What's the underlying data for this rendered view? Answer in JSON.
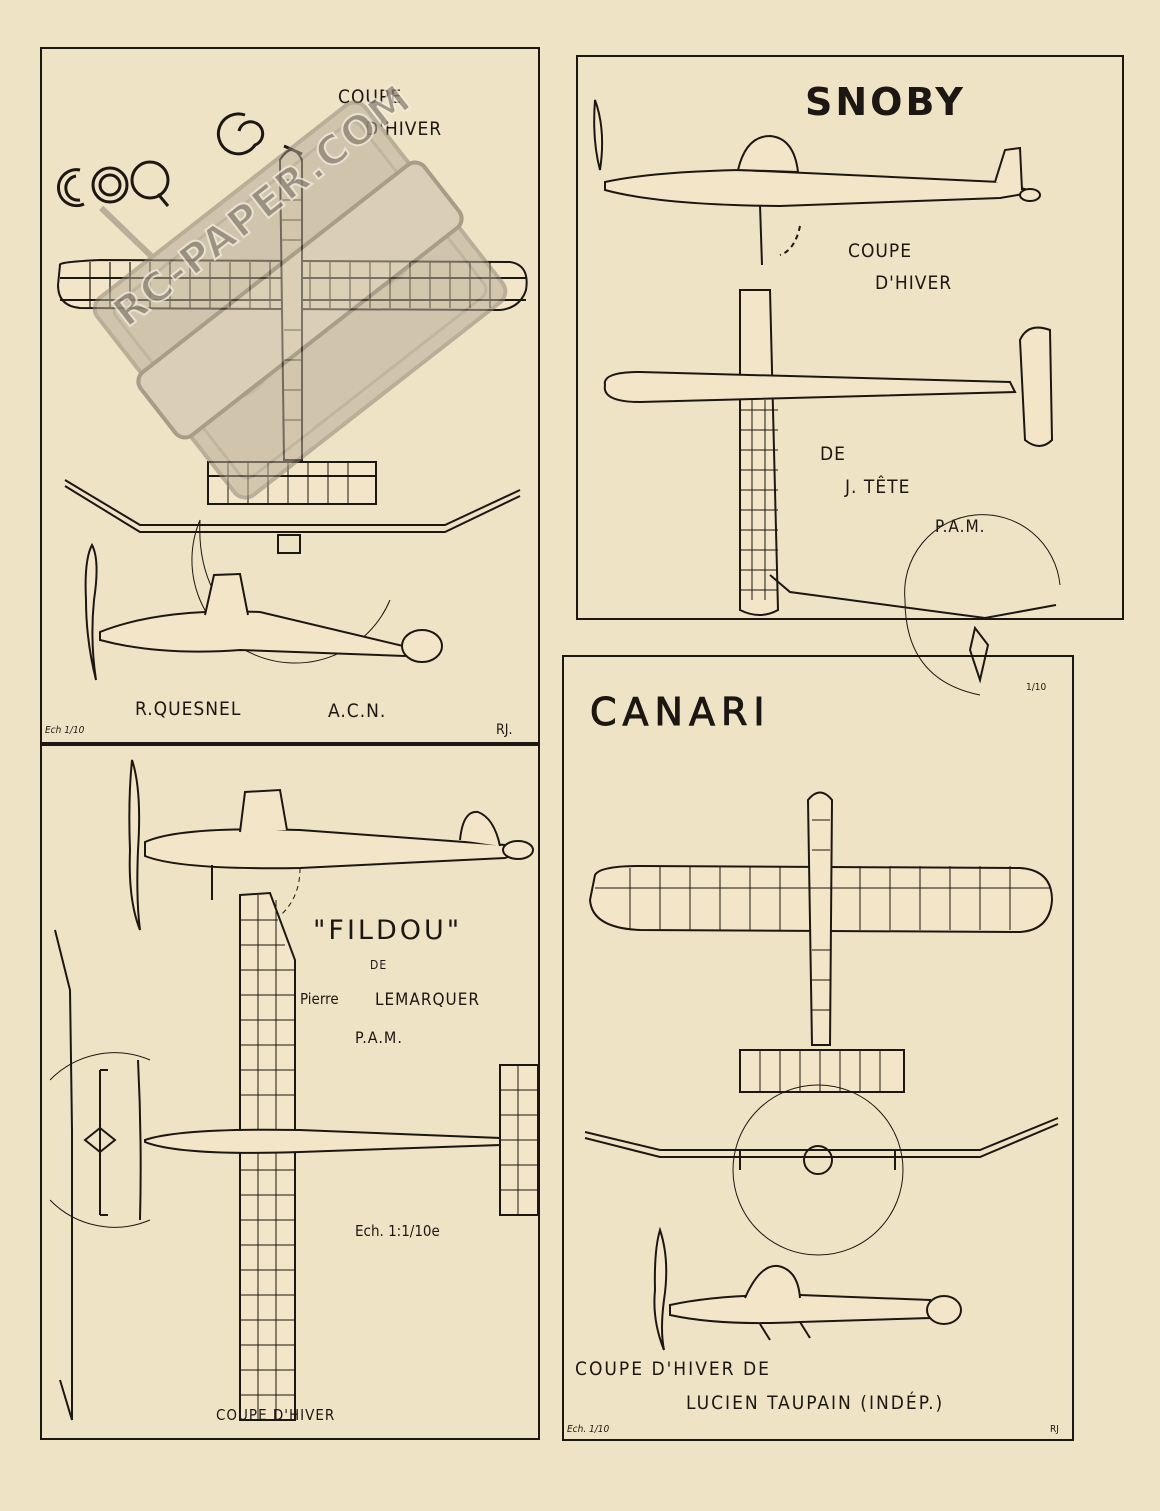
{
  "panels": {
    "coq6": {
      "logo": "COQ 6",
      "subtitle_line1": "COUPE",
      "subtitle_line2": "D'HIVER",
      "author": "R.QUESNEL",
      "club": "A.C.N.",
      "scale": "Ech 1/10",
      "initials": "RJ."
    },
    "snoby": {
      "title": "SNOBY",
      "subtitle_line1": "COUPE",
      "subtitle_line2": "D'HIVER",
      "de": "DE",
      "author": "J. TÊTE",
      "club": "P.A.M.",
      "scale": "1/10"
    },
    "fildou": {
      "title": "\"FILDOU\"",
      "de": "DE",
      "author_first": "Pierre",
      "author_last": "LEMARQUER",
      "club": "P.A.M.",
      "scale": "Ech. 1:1/10e",
      "footer": "COUPE D'HIVER"
    },
    "canari": {
      "title": "CANARI",
      "footer_line1": "COUPE D'HIVER DE",
      "footer_line2": "LUCIEN TAUPAIN (INDÉP.)",
      "scale": "Ech. 1/10",
      "initials": "RJ"
    }
  },
  "watermark": {
    "text": "RC-PAPER.COM"
  }
}
